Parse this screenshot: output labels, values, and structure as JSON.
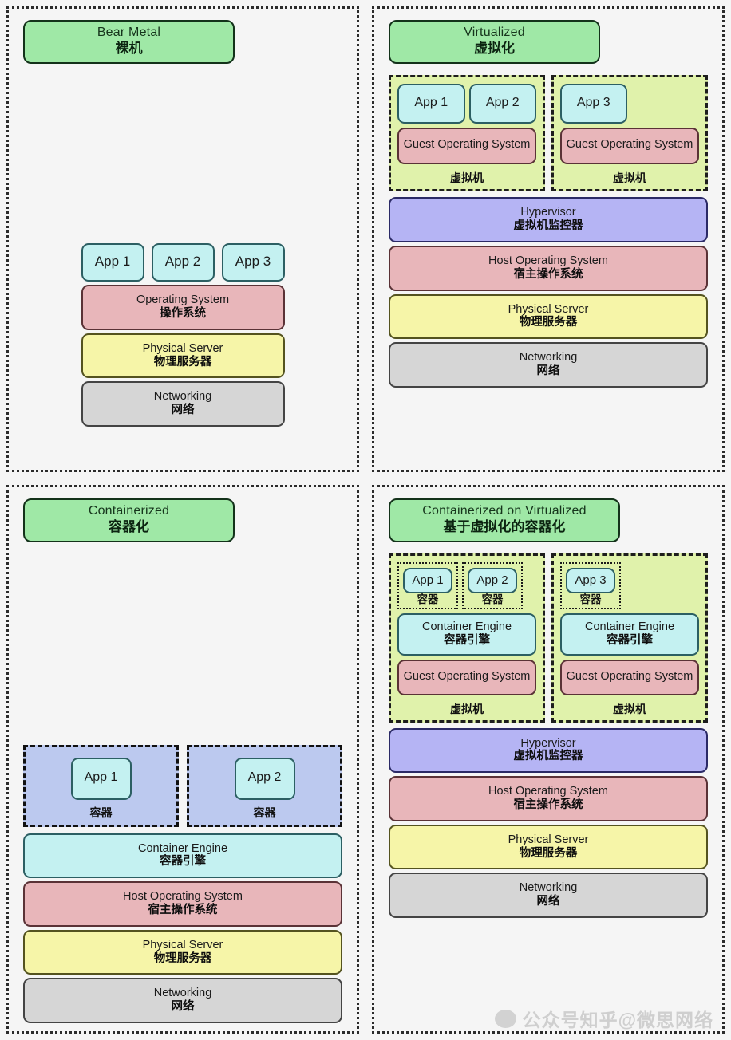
{
  "quadrants": {
    "bare_metal": {
      "title_en": "Bear Metal",
      "title_cn": "裸机",
      "apps": [
        {
          "label": "App 1"
        },
        {
          "label": "App 2"
        },
        {
          "label": "App 3"
        }
      ],
      "layers": [
        {
          "en": "Operating System",
          "cn": "操作系统",
          "color": "#e8b6ba"
        },
        {
          "en": "Physical Server",
          "cn": "物理服务器",
          "color": "#f6f5a8"
        },
        {
          "en": "Networking",
          "cn": "网络",
          "color": "#d6d6d6"
        }
      ]
    },
    "virtualized": {
      "title_en": "Virtualized",
      "title_cn": "虚拟化",
      "vms": [
        {
          "label_cn": "虚拟机",
          "apps": [
            {
              "label": "App 1"
            },
            {
              "label": "App 2"
            }
          ],
          "guest_os": {
            "en": "Guest Operating System",
            "cn": ""
          }
        },
        {
          "label_cn": "虚拟机",
          "apps": [
            {
              "label": "App 3"
            }
          ],
          "guest_os": {
            "en": "Guest Operating System",
            "cn": ""
          }
        }
      ],
      "layers": [
        {
          "en": "Hypervisor",
          "cn": "虚拟机监控器",
          "color": "#b5b4f4"
        },
        {
          "en": "Host Operating System",
          "cn": "宿主操作系统",
          "color": "#e8b6ba"
        },
        {
          "en": "Physical Server",
          "cn": "物理服务器",
          "color": "#f6f5a8"
        },
        {
          "en": "Networking",
          "cn": "网络",
          "color": "#d6d6d6"
        }
      ]
    },
    "containerized": {
      "title_en": "Containerized",
      "title_cn": "容器化",
      "containers": [
        {
          "app": "App 1",
          "label_cn": "容器"
        },
        {
          "app": "App 2",
          "label_cn": "容器"
        }
      ],
      "layers": [
        {
          "en": "Container Engine",
          "cn": "容器引擎",
          "color": "#c4f1f1"
        },
        {
          "en": "Host Operating System",
          "cn": "宿主操作系统",
          "color": "#e8b6ba"
        },
        {
          "en": "Physical Server",
          "cn": "物理服务器",
          "color": "#f6f5a8"
        },
        {
          "en": "Networking",
          "cn": "网络",
          "color": "#d6d6d6"
        }
      ]
    },
    "containerized_on_virtualized": {
      "title_en": "Containerized on Virtualized",
      "title_cn": "基于虚拟化的容器化",
      "vms": [
        {
          "label_cn": "虚拟机",
          "containers": [
            {
              "app": "App 1",
              "label_cn": "容器"
            },
            {
              "app": "App 2",
              "label_cn": "容器"
            }
          ],
          "engine": {
            "en": "Container Engine",
            "cn": "容器引擎"
          },
          "guest_os": {
            "en": "Guest Operating System",
            "cn": ""
          }
        },
        {
          "label_cn": "虚拟机",
          "containers": [
            {
              "app": "App 3",
              "label_cn": "容器"
            }
          ],
          "engine": {
            "en": "Container Engine",
            "cn": "容器引擎"
          },
          "guest_os": {
            "en": "Guest Operating System",
            "cn": ""
          }
        }
      ],
      "layers": [
        {
          "en": "Hypervisor",
          "cn": "虚拟机监控器",
          "color": "#b5b4f4"
        },
        {
          "en": "Host Operating System",
          "cn": "宿主操作系统",
          "color": "#e8b6ba"
        },
        {
          "en": "Physical Server",
          "cn": "物理服务器",
          "color": "#f6f5a8"
        },
        {
          "en": "Networking",
          "cn": "网络",
          "color": "#d6d6d6"
        }
      ]
    }
  },
  "watermark": {
    "text": "公众号知乎@微思网络",
    "logo_icon": "wechat-icon"
  },
  "colors": {
    "title_green": "#9fe8a6",
    "app_cyan": "#c4f1f1",
    "os_pink": "#e8b6ba",
    "server_yellow": "#f6f5a8",
    "network_gray": "#d6d6d6",
    "hypervisor_purple": "#b5b4f4",
    "vm_bg_green": "#e0f2ab",
    "container_blue": "#bcc9ef",
    "page_bg": "#f5f5f5"
  }
}
